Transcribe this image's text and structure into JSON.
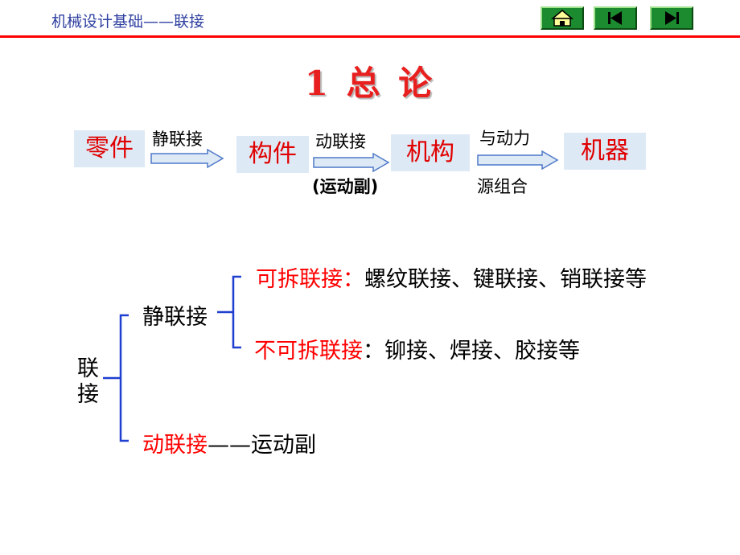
{
  "header": {
    "title": "机械设计基础——联接",
    "nav": [
      "home-button",
      "first-button",
      "last-button"
    ]
  },
  "title": "1 总  论",
  "flow": {
    "boxes": [
      "零件",
      "构件",
      "机构",
      "机器"
    ],
    "arrow1_top": "静联接",
    "arrow2_top": "动联接",
    "arrow2_bottom": "(运动副)",
    "arrow3_top": "与动力",
    "arrow3_bottom": "源组合"
  },
  "tree": {
    "root_line1": "联",
    "root_line2": "接",
    "static": "静联接",
    "detachable_label": "可拆联接：",
    "detachable_items": "螺纹联接、键联接、销联接等",
    "non_detachable_label": "不可拆联接",
    "non_detachable_items": "：铆接、焊接、胶接等",
    "dynamic_label": "动联接",
    "dynamic_items": "——运动副"
  },
  "colors": {
    "accent_red": "#ff0000",
    "header_blue": "#2e3fa0",
    "nav_green": "#1c8a2e",
    "bracket_blue": "#1f3fd0",
    "box_fill": "#dde9f5"
  }
}
